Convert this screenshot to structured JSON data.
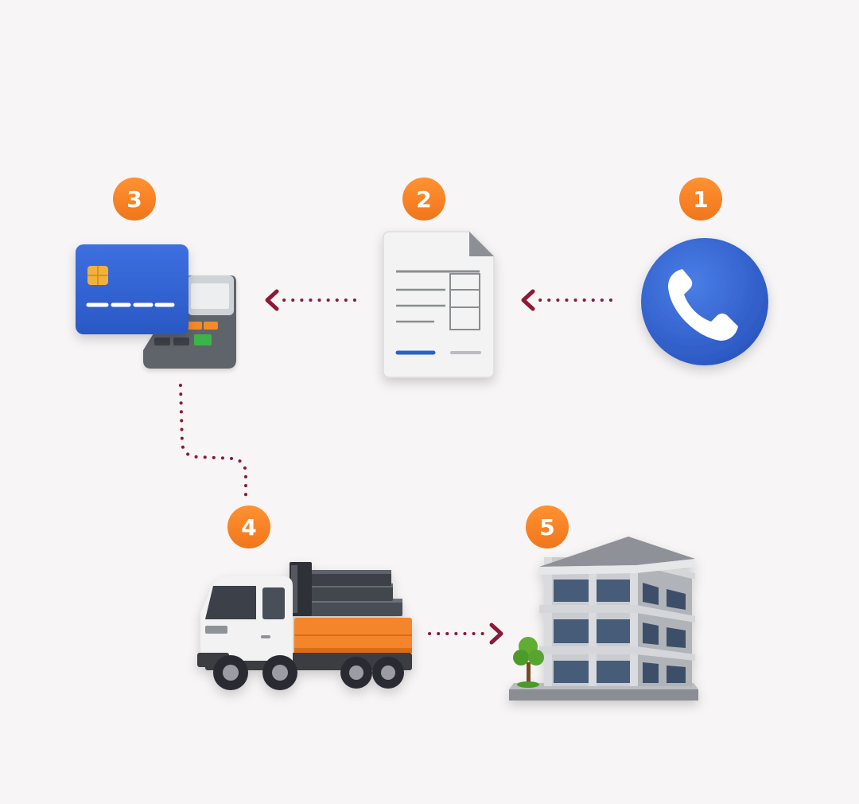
{
  "steps": [
    {
      "number": "1",
      "icon": "phone-call-icon"
    },
    {
      "number": "2",
      "icon": "invoice-document-icon"
    },
    {
      "number": "3",
      "icon": "credit-card-payment-terminal-icon"
    },
    {
      "number": "4",
      "icon": "delivery-truck-with-steel-beams-icon"
    },
    {
      "number": "5",
      "icon": "building-icon"
    }
  ],
  "colors": {
    "background": "#f7f5f5",
    "badge": "#f58220",
    "arrow": "#8b1a3a",
    "primary_blue": "#2f5fc9",
    "truck_orange": "#f5852a"
  }
}
